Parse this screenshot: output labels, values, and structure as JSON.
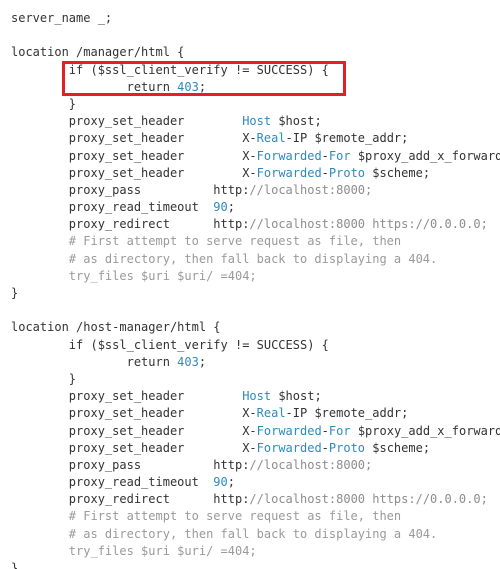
{
  "editor": {
    "lines": [
      {
        "tokens": [
          {
            "t": "server_name _;",
            "k": "plain"
          }
        ]
      },
      {
        "tokens": []
      },
      {
        "tokens": [
          {
            "t": "location /manager/html {",
            "k": "plain"
          }
        ]
      },
      {
        "tokens": [
          {
            "t": "        if ($ssl_client_verify != SUCCESS) {",
            "k": "plain"
          }
        ]
      },
      {
        "tokens": [
          {
            "t": "                return ",
            "k": "plain"
          },
          {
            "t": "403",
            "k": "num"
          },
          {
            "t": ";",
            "k": "plain"
          }
        ]
      },
      {
        "tokens": [
          {
            "t": "        }",
            "k": "plain"
          }
        ]
      },
      {
        "tokens": [
          {
            "t": "        proxy_set_header        ",
            "k": "plain"
          },
          {
            "t": "Host",
            "k": "ref"
          },
          {
            "t": " $host;",
            "k": "plain"
          }
        ]
      },
      {
        "tokens": [
          {
            "t": "        proxy_set_header        X-",
            "k": "plain"
          },
          {
            "t": "Real",
            "k": "ref"
          },
          {
            "t": "-IP $remote_addr;",
            "k": "plain"
          }
        ]
      },
      {
        "tokens": [
          {
            "t": "        proxy_set_header        X-",
            "k": "plain"
          },
          {
            "t": "Forwarded",
            "k": "ref"
          },
          {
            "t": "-",
            "k": "plain"
          },
          {
            "t": "For",
            "k": "ref"
          },
          {
            "t": " $proxy_add_x_forwarded_for;",
            "k": "plain"
          }
        ]
      },
      {
        "tokens": [
          {
            "t": "        proxy_set_header        X-",
            "k": "plain"
          },
          {
            "t": "Forwarded",
            "k": "ref"
          },
          {
            "t": "-",
            "k": "plain"
          },
          {
            "t": "Proto",
            "k": "ref"
          },
          {
            "t": " $scheme;",
            "k": "plain"
          }
        ]
      },
      {
        "tokens": [
          {
            "t": "        proxy_pass          http:",
            "k": "plain"
          },
          {
            "t": "//localhost:8000;",
            "k": "str"
          }
        ]
      },
      {
        "tokens": [
          {
            "t": "        proxy_read_timeout  ",
            "k": "plain"
          },
          {
            "t": "90",
            "k": "num"
          },
          {
            "t": ";",
            "k": "plain"
          }
        ]
      },
      {
        "tokens": [
          {
            "t": "        proxy_redirect      http:",
            "k": "plain"
          },
          {
            "t": "//localhost:8000 https://0.0.0.0;",
            "k": "str"
          }
        ]
      },
      {
        "tokens": [
          {
            "t": "        # First attempt to serve request as file, then",
            "k": "cmt"
          }
        ]
      },
      {
        "tokens": [
          {
            "t": "        # as directory, then fall back to displaying a 404.",
            "k": "cmt"
          }
        ]
      },
      {
        "tokens": [
          {
            "t": "        try_files $uri $uri/ =404;",
            "k": "cmt"
          }
        ]
      },
      {
        "tokens": [
          {
            "t": "}",
            "k": "plain"
          }
        ]
      },
      {
        "tokens": []
      },
      {
        "tokens": [
          {
            "t": "location /host-manager/html {",
            "k": "plain"
          }
        ]
      },
      {
        "tokens": [
          {
            "t": "        if ($ssl_client_verify != SUCCESS) {",
            "k": "plain"
          }
        ]
      },
      {
        "tokens": [
          {
            "t": "                return ",
            "k": "plain"
          },
          {
            "t": "403",
            "k": "num"
          },
          {
            "t": ";",
            "k": "plain"
          }
        ]
      },
      {
        "tokens": [
          {
            "t": "        }",
            "k": "plain"
          }
        ]
      },
      {
        "tokens": [
          {
            "t": "        proxy_set_header        ",
            "k": "plain"
          },
          {
            "t": "Host",
            "k": "ref"
          },
          {
            "t": " $host;",
            "k": "plain"
          }
        ]
      },
      {
        "tokens": [
          {
            "t": "        proxy_set_header        X-",
            "k": "plain"
          },
          {
            "t": "Real",
            "k": "ref"
          },
          {
            "t": "-IP $remote_addr;",
            "k": "plain"
          }
        ]
      },
      {
        "tokens": [
          {
            "t": "        proxy_set_header        X-",
            "k": "plain"
          },
          {
            "t": "Forwarded",
            "k": "ref"
          },
          {
            "t": "-",
            "k": "plain"
          },
          {
            "t": "For",
            "k": "ref"
          },
          {
            "t": " $proxy_add_x_forwarded_for;",
            "k": "plain"
          }
        ]
      },
      {
        "tokens": [
          {
            "t": "        proxy_set_header        X-",
            "k": "plain"
          },
          {
            "t": "Forwarded",
            "k": "ref"
          },
          {
            "t": "-",
            "k": "plain"
          },
          {
            "t": "Proto",
            "k": "ref"
          },
          {
            "t": " $scheme;",
            "k": "plain"
          }
        ]
      },
      {
        "tokens": [
          {
            "t": "        proxy_pass          http:",
            "k": "plain"
          },
          {
            "t": "//localhost:8000;",
            "k": "str"
          }
        ]
      },
      {
        "tokens": [
          {
            "t": "        proxy_read_timeout  ",
            "k": "plain"
          },
          {
            "t": "90",
            "k": "num"
          },
          {
            "t": ";",
            "k": "plain"
          }
        ]
      },
      {
        "tokens": [
          {
            "t": "        proxy_redirect      http:",
            "k": "plain"
          },
          {
            "t": "//localhost:8000 https://0.0.0.0;",
            "k": "str"
          }
        ]
      },
      {
        "tokens": [
          {
            "t": "        # First attempt to serve request as file, then",
            "k": "cmt"
          }
        ]
      },
      {
        "tokens": [
          {
            "t": "        # as directory, then fall back to displaying a 404.",
            "k": "cmt"
          }
        ]
      },
      {
        "tokens": [
          {
            "t": "        try_files $uri $uri/ =404;",
            "k": "cmt"
          }
        ]
      },
      {
        "tokens": [
          {
            "t": "}",
            "k": "plain"
          }
        ]
      }
    ]
  },
  "colors": {
    "text": "#333333",
    "reference": "#2b8bbf",
    "number": "#2b8bbf",
    "string": "#8d8d8d",
    "comment": "#9a9a9a",
    "highlight_border": "#e3202a",
    "background": "#ffffff"
  }
}
